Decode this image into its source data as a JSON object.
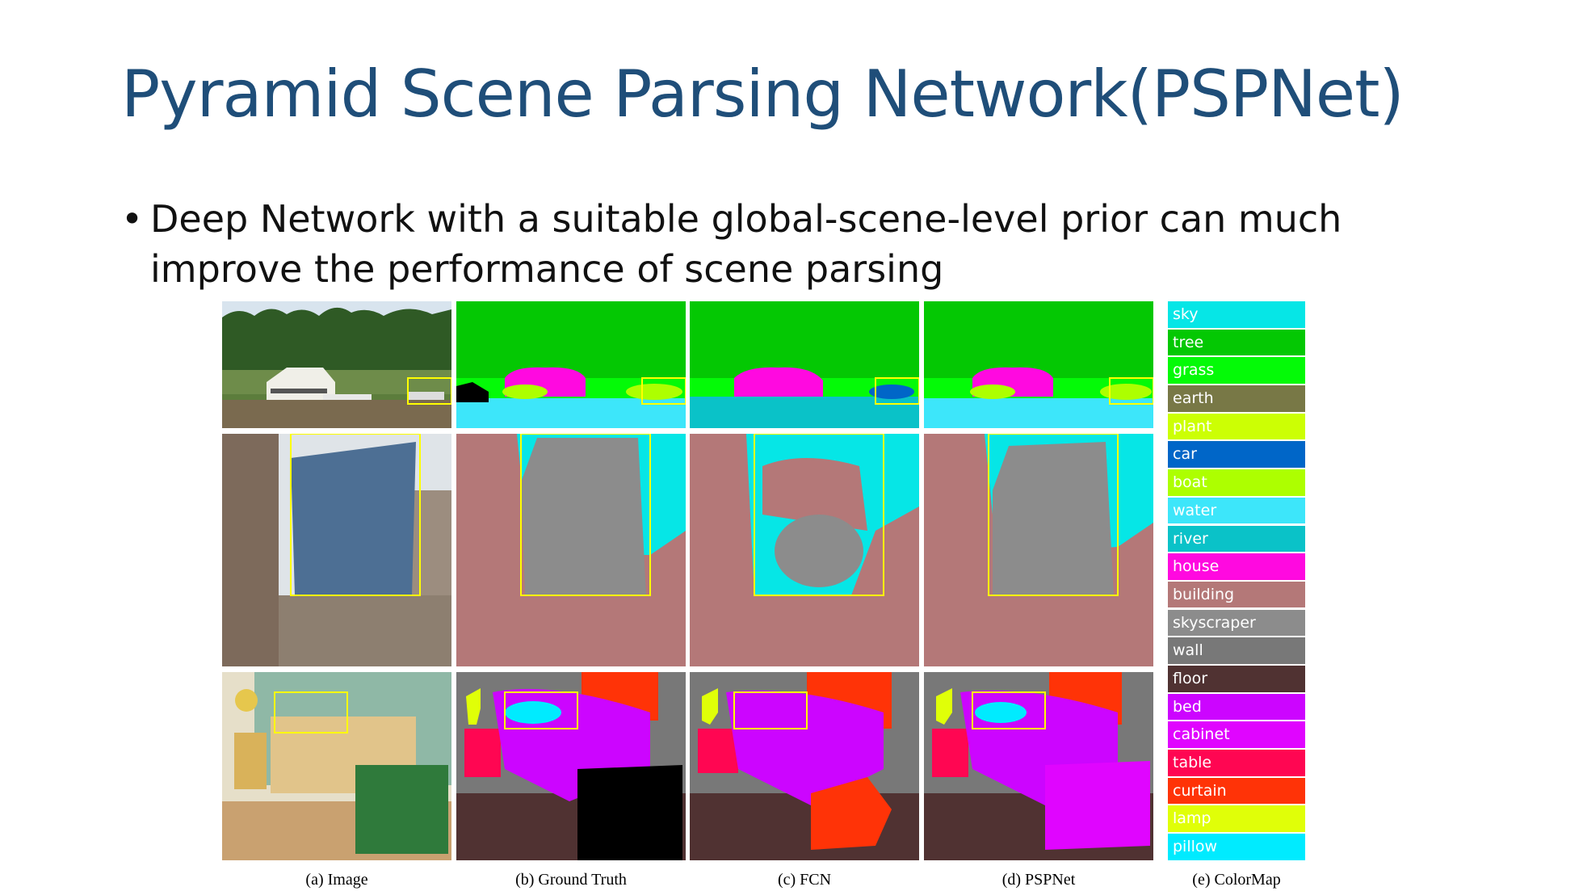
{
  "slide": {
    "title": "Pyramid Scene Parsing Network(PSPNet)",
    "bullet": "Deep Network with a suitable global-scene-level prior can much improve the performance of scene parsing"
  },
  "figure": {
    "captions": [
      "(a) Image",
      "(b) Ground Truth",
      "(c) FCN",
      "(d) PSPNet",
      "(e) ColorMap"
    ],
    "colormap": [
      {
        "label": "sky",
        "color": "#06e6e6"
      },
      {
        "label": "tree",
        "color": "#04c803"
      },
      {
        "label": "grass",
        "color": "#04fa07"
      },
      {
        "label": "earth",
        "color": "#787846"
      },
      {
        "label": "plant",
        "color": "#ccff04"
      },
      {
        "label": "car",
        "color": "#0066c8"
      },
      {
        "label": "boat",
        "color": "#adff00"
      },
      {
        "label": "water",
        "color": "#3de6fa"
      },
      {
        "label": "river",
        "color": "#0ac2c8"
      },
      {
        "label": "house",
        "color": "#ff09e0"
      },
      {
        "label": "building",
        "color": "#b47878"
      },
      {
        "label": "skyscraper",
        "color": "#8c8c8c"
      },
      {
        "label": "wall",
        "color": "#787878"
      },
      {
        "label": "floor",
        "color": "#503232"
      },
      {
        "label": "bed",
        "color": "#cc05ff"
      },
      {
        "label": "cabinet",
        "color": "#e005ff"
      },
      {
        "label": "table",
        "color": "#ff0652"
      },
      {
        "label": "curtain",
        "color": "#ff3307"
      },
      {
        "label": "lamp",
        "color": "#e0ff08"
      },
      {
        "label": "pillow",
        "color": "#00ebff"
      }
    ]
  }
}
